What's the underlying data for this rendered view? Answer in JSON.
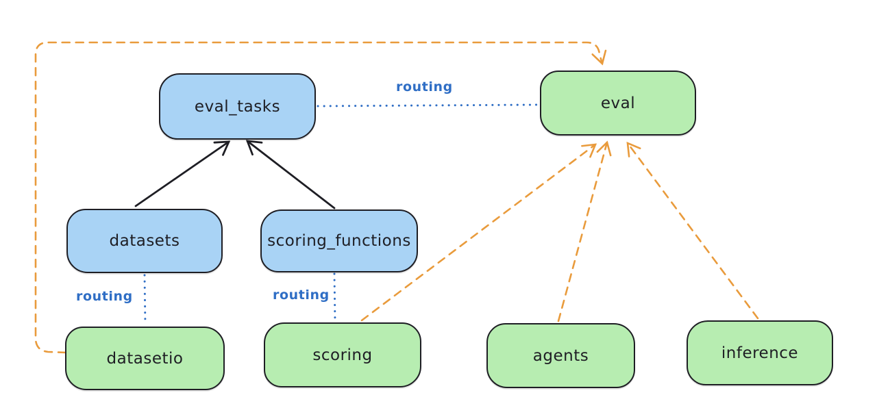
{
  "diagram": {
    "kind": "hand-drawn architecture diagram",
    "background": "#ffffff",
    "colors": {
      "api_node_fill_blue": "#a9d3f5",
      "provider_node_fill_green": "#b7edb1",
      "node_border": "#1e1e24",
      "solid_arrow": "#1e1e24",
      "routing_blue": "#2f6ec5",
      "dashed_orange": "#e99b3c"
    }
  },
  "nodes": {
    "eval_tasks": {
      "label": "eval_tasks",
      "fill": "blue"
    },
    "eval": {
      "label": "eval",
      "fill": "green"
    },
    "datasets": {
      "label": "datasets",
      "fill": "blue"
    },
    "scoring_functions": {
      "label": "scoring_functions",
      "fill": "blue"
    },
    "datasetio": {
      "label": "datasetio",
      "fill": "green"
    },
    "scoring": {
      "label": "scoring",
      "fill": "green"
    },
    "agents": {
      "label": "agents",
      "fill": "green"
    },
    "inference": {
      "label": "inference",
      "fill": "green"
    }
  },
  "edge_labels": {
    "routing_top": "routing",
    "routing_datasets": "routing",
    "routing_scoring": "routing"
  },
  "edges": [
    {
      "from": "datasets",
      "to": "eval_tasks",
      "style": "solid-black-arrow"
    },
    {
      "from": "scoring_functions",
      "to": "eval_tasks",
      "style": "solid-black-arrow"
    },
    {
      "from": "eval_tasks",
      "to": "eval",
      "style": "dotted-blue",
      "label": "routing"
    },
    {
      "from": "datasets",
      "to": "datasetio",
      "style": "dotted-blue",
      "label": "routing"
    },
    {
      "from": "scoring_functions",
      "to": "scoring",
      "style": "dotted-blue",
      "label": "routing"
    },
    {
      "from": "datasetio",
      "to": "eval",
      "style": "dashed-orange-arrow",
      "route": "around-left-and-top"
    },
    {
      "from": "scoring",
      "to": "eval",
      "style": "dashed-orange-arrow"
    },
    {
      "from": "agents",
      "to": "eval",
      "style": "dashed-orange-arrow"
    },
    {
      "from": "inference",
      "to": "eval",
      "style": "dashed-orange-arrow"
    }
  ]
}
